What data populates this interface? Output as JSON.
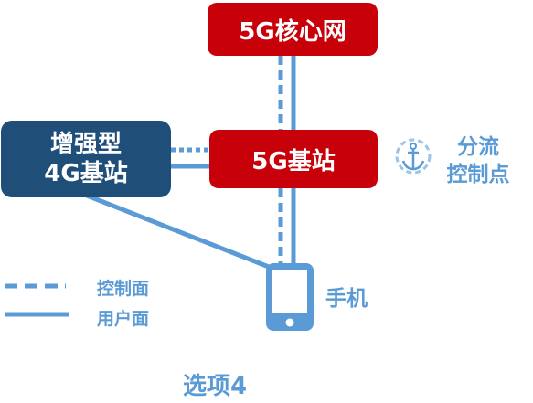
{
  "nodes": {
    "core_network": "5G核心网",
    "base_station_5g": "5G基站",
    "enhanced_4g_line1": "增强型",
    "enhanced_4g_line2": "4G基站",
    "phone": "手机"
  },
  "labels": {
    "split_control_line1": "分流",
    "split_control_line2": "控制点",
    "option": "选项4"
  },
  "legend": {
    "control_plane": "控制面",
    "user_plane": "用户面"
  },
  "colors": {
    "red_box": "#c8000a",
    "dark_blue_box": "#1f4e79",
    "line_blue": "#5b9bd5"
  },
  "icons": {
    "split_point": "anchor-icon",
    "device": "phone-icon"
  }
}
